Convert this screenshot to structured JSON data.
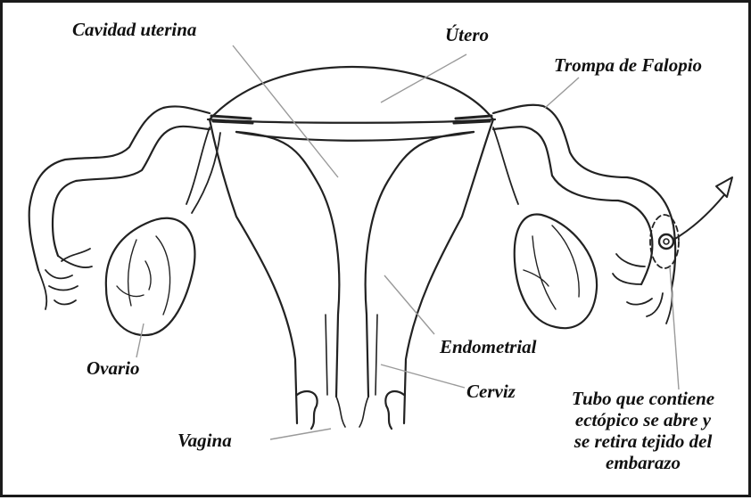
{
  "labels": {
    "cavity": "Cavidad uterina",
    "uterus": "Útero",
    "fallopian": "Trompa de Falopio",
    "ovary": "Ovario",
    "endometrial": "Endometrial",
    "cervix": "Cerviz",
    "vagina": "Vagina"
  },
  "note": {
    "line1": "Tubo que contiene",
    "line2": "ectópico se abre y",
    "line3": "se retira tejido del",
    "line4": "embarazo"
  }
}
